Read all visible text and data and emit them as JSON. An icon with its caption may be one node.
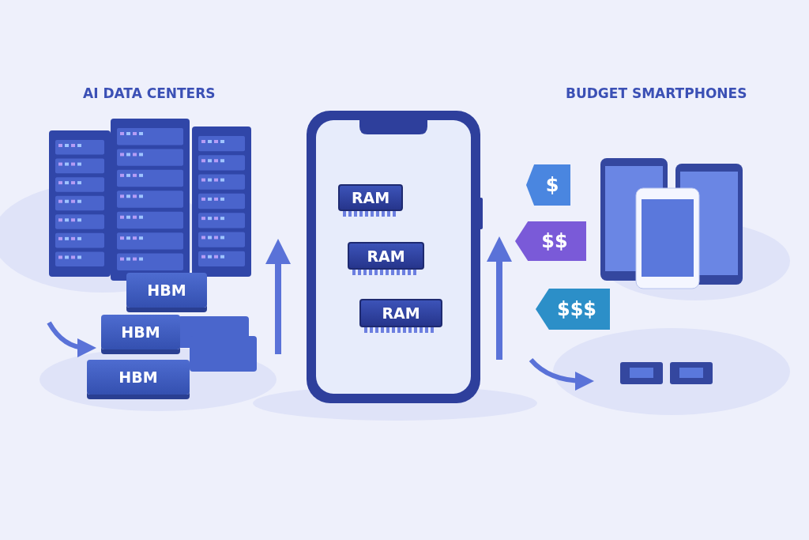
{
  "diagram": {
    "nodes": [
      {
        "text": [
          "HBM"
        ]
      },
      {
        "text": [
          "HBM"
        ]
      },
      {
        "text": [
          "HBM"
        ]
      },
      {
        "text": [
          "RAM"
        ]
      },
      {
        "text": [
          "RAM"
        ]
      },
      {
        "text": [
          "RAM"
        ]
      },
      {
        "text": [
          "$"
        ]
      },
      {
        "text": [
          "$$"
        ]
      },
      {
        "text": [
          "$$$"
        ]
      }
    ],
    "labels": [
      "AI DATA CENTERS",
      "BUDGET SMARTPHONES"
    ]
  }
}
